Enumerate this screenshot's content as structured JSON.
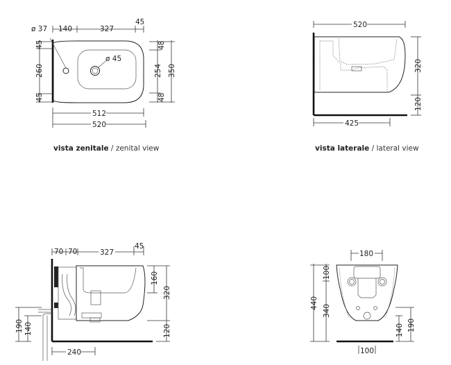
{
  "views": {
    "zenital": {
      "caption_it": "vista zenitale",
      "caption_sep": " / ",
      "caption_en": "zenital view",
      "dims": {
        "hole_diameter": "ø 37",
        "top_1": "140",
        "top_2": "327",
        "top_3": "45",
        "drain_diameter": "ø 45",
        "left_1": "45",
        "left_2": "260",
        "left_3": "45",
        "right_1": "48",
        "right_2": "254",
        "right_3": "48",
        "right_total": "350",
        "bottom_inner": "512",
        "bottom_total": "520"
      }
    },
    "lateral": {
      "caption_it": "vista laterale",
      "caption_sep": " / ",
      "caption_en": "lateral view",
      "dims": {
        "top": "520",
        "height": "320",
        "floor": "120",
        "bottom": "425"
      }
    },
    "section": {
      "dims": {
        "top_1": "70",
        "top_2": "70",
        "top_3": "327",
        "top_4": "45",
        "right_1": "160",
        "right_2": "320",
        "right_3": "120",
        "left_1": "190",
        "left_2": "140",
        "bottom": "240"
      }
    },
    "front": {
      "dims": {
        "top": "180",
        "left_total": "440",
        "left_1": "100",
        "left_2": "340",
        "right_1": "140",
        "right_2": "190",
        "bottom": "100"
      }
    }
  }
}
